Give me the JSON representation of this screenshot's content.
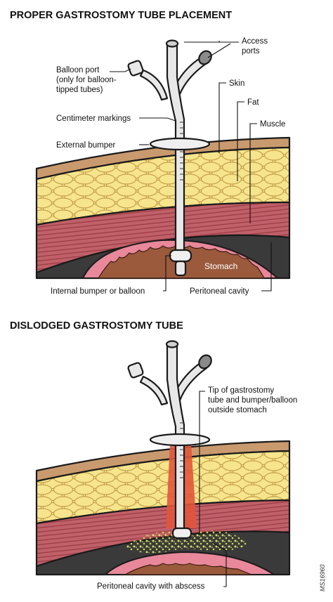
{
  "figure_code": "MS16960",
  "top_panel": {
    "title": "PROPER GASTROSTOMY TUBE PLACEMENT",
    "labels": {
      "access_ports_1": "Access",
      "access_ports_2": "ports",
      "balloon_port_1": "Balloon port",
      "balloon_port_2": "(only for balloon-",
      "balloon_port_3": "tipped tubes)",
      "skin": "Skin",
      "fat": "Fat",
      "muscle": "Muscle",
      "centimeter_markings": "Centimeter markings",
      "external_bumper": "External bumper",
      "stomach": "Stomach",
      "internal_bumper": "Internal bumper or balloon",
      "peritoneal_cavity": "Peritoneal cavity"
    }
  },
  "bottom_panel": {
    "title": "DISLODGED GASTROSTOMY TUBE",
    "labels": {
      "tip_1": "Tip of gastrostomy",
      "tip_2": "tube and bumper/balloon",
      "tip_3": "outside stomach",
      "abscess": "Peritoneal cavity with abscess"
    }
  },
  "colors": {
    "skin": "#c99a6e",
    "fat_background": "#f3e3a0",
    "fat_cell": "#f6e58c",
    "muscle": "#c06068",
    "muscle_stripe": "#9a3a45",
    "peritoneal_cavity": "#3a3a3a",
    "stomach_lining": "#e8889a",
    "stomach_interior": "#9b5a3c",
    "tube": "#e8e8e8",
    "abscess": "#d8e060"
  }
}
